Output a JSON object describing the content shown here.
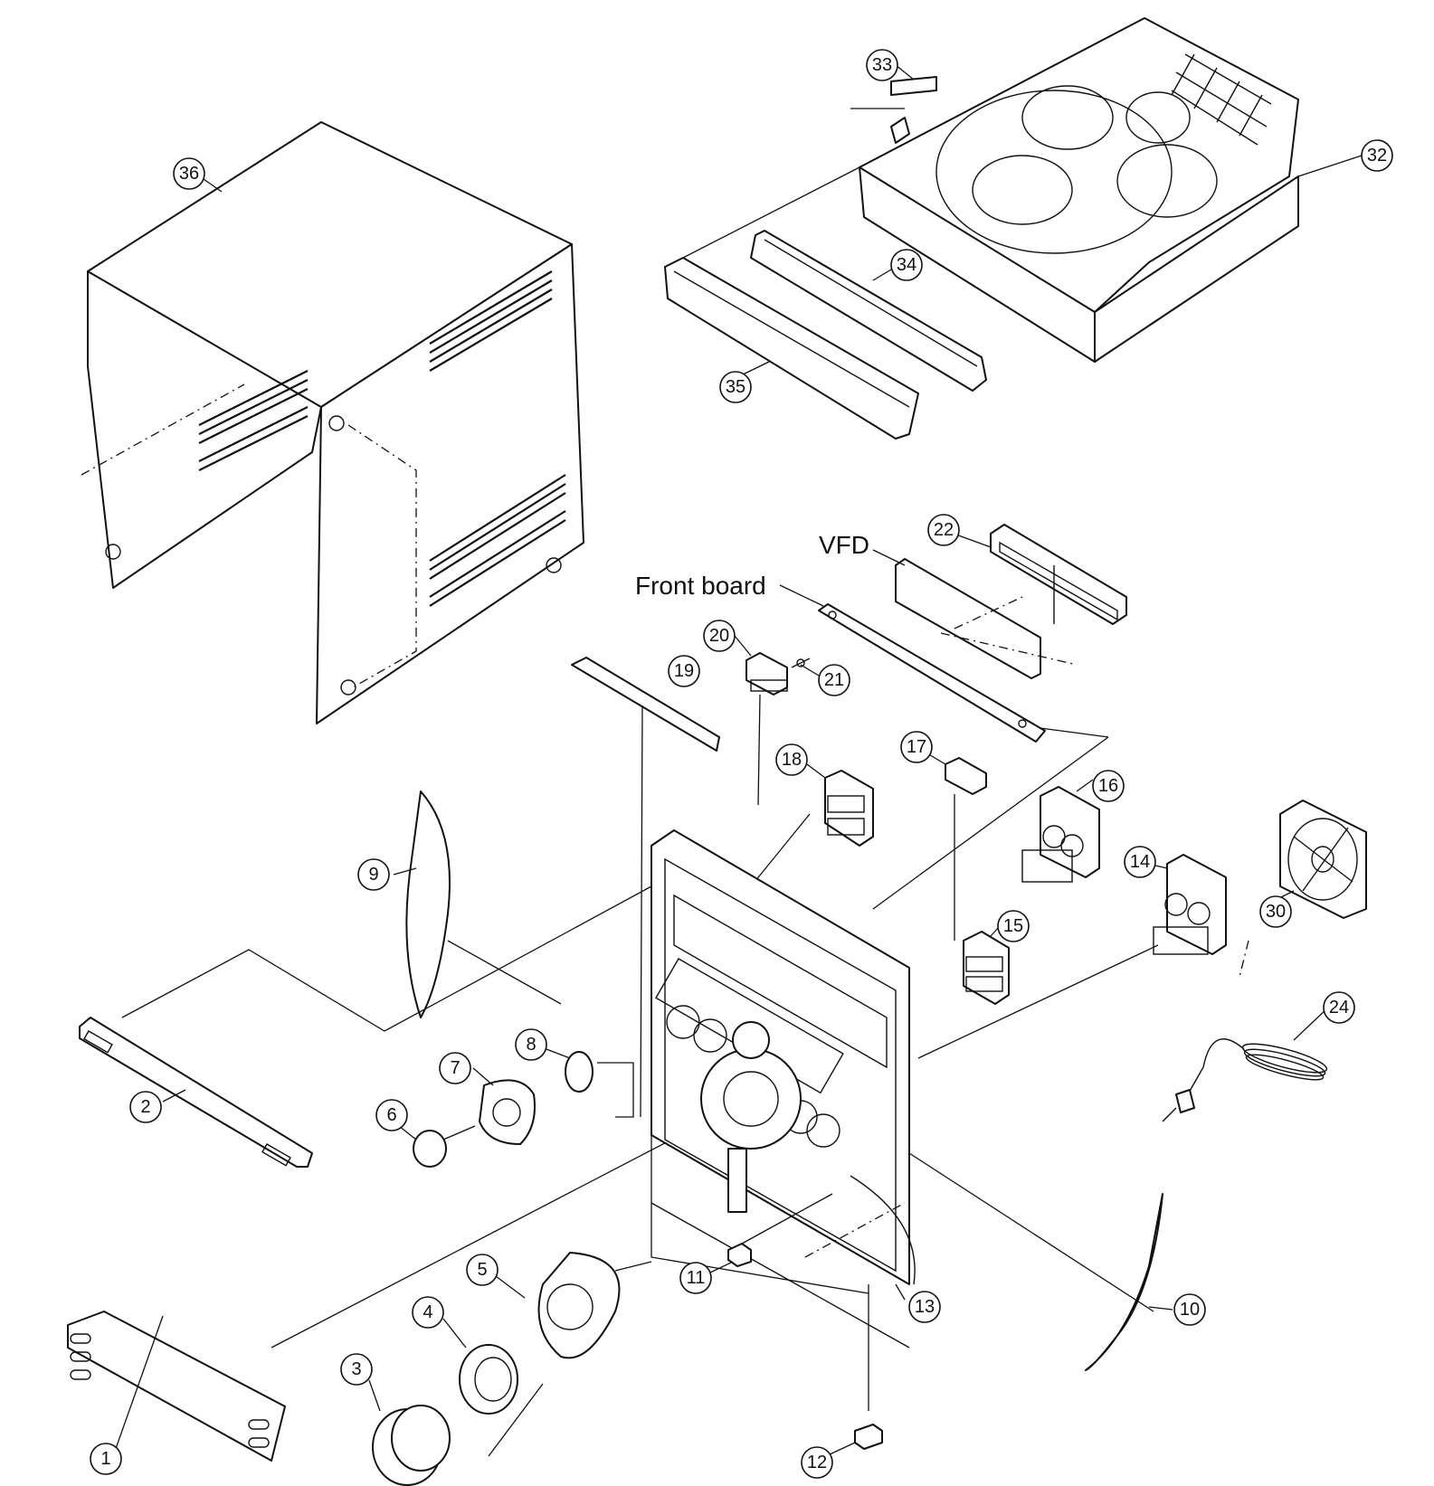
{
  "labels": {
    "vfd": "VFD",
    "front_board": "Front board"
  },
  "callouts": [
    "1",
    "2",
    "3",
    "4",
    "5",
    "6",
    "7",
    "8",
    "9",
    "10",
    "11",
    "12",
    "13",
    "14",
    "15",
    "16",
    "17",
    "18",
    "19",
    "20",
    "21",
    "22",
    "24",
    "30",
    "32",
    "33",
    "34",
    "35",
    "36"
  ]
}
